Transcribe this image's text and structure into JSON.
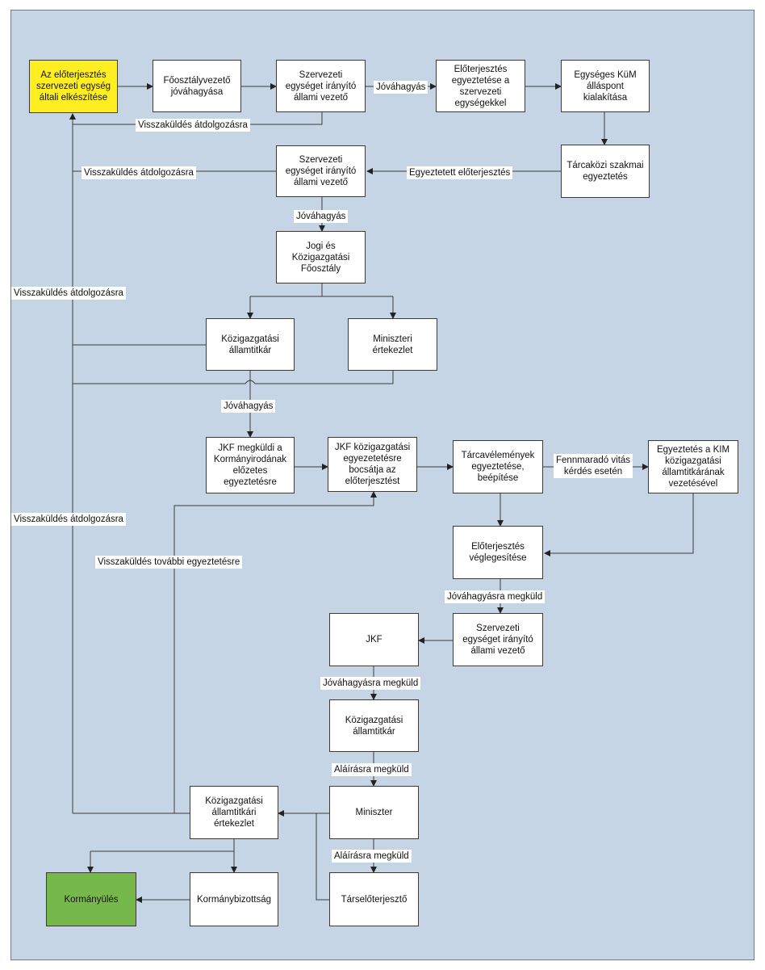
{
  "nodes": {
    "n1": "Az előterjesztés\nszervezeti egység\náltali elkészítése",
    "n2": "Főosztályvezető\njóváhagyása",
    "n3": "Szervezeti\negységet irányító\nállami vezető",
    "n4": "Előterjesztés\negyeztetése a\nszervezeti\negységekkel",
    "n5": "Egységes KüM\nálláspont\nkialakítása",
    "n6": "Tárcaközi szakmai\negyeztetés",
    "n7": "Szervezeti\negységet irányító\nállami vezető",
    "n8": "Jogi és\nKözigazgatási\nFőosztály",
    "n9": "Közigazgatási\nállamtitkár",
    "n10": "Miniszteri\nértekezlet",
    "n11": "JKF megküldi a\nKormányirodának\nelőzetes\negyeztetésre",
    "n12": "JKF közigazgatási\negyezetetésre\nbocsátja az\nelőterjesztést",
    "n13": "Tárcavélemények\negyeztetése,\nbeépítése",
    "n14": "Egyeztetés a KIM\nközigazgatási\nállamtitkárának\nvezetésével",
    "n15": "Előterjesztés\nvéglegesítése",
    "n16": "JKF",
    "n17": "Szervezeti\negységet irányító\nállami vezető",
    "n18": "Közigazgatási\nállamtitkár",
    "n19": "Közigazgatási\nállamtitkári\nértekezlet",
    "n20": "Miniszter",
    "n21": "Kormányülés",
    "n22": "Kormánybizottság",
    "n23": "Társelőterjesztő"
  },
  "labels": {
    "l1": "Jóváhagyás",
    "l2": "Visszaküldés átdolgozásra",
    "l3": "Visszaküldés átdolgozásra",
    "l4": "Egyeztetett előterjesztés",
    "l5": "Jóváhagyás",
    "l6": "Visszaküldés átdolgozásra",
    "l7": "Jóváhagyás",
    "l8": "Fennmaradó vitás\nkérdés esetén",
    "l9": "Visszaküldés átdolgozásra",
    "l10": "Visszaküldés további egyeztetésre",
    "l11": "Jóváhagyásra megküld",
    "l12": "Jóváhagyásra megküld",
    "l13": "Aláírásra megküld",
    "l14": "Aláírásra megküld"
  },
  "colors": {
    "background": "#c5d5e5",
    "start_node": "#ffee22",
    "end_node": "#77b84a",
    "line": "#3a3a3a"
  }
}
